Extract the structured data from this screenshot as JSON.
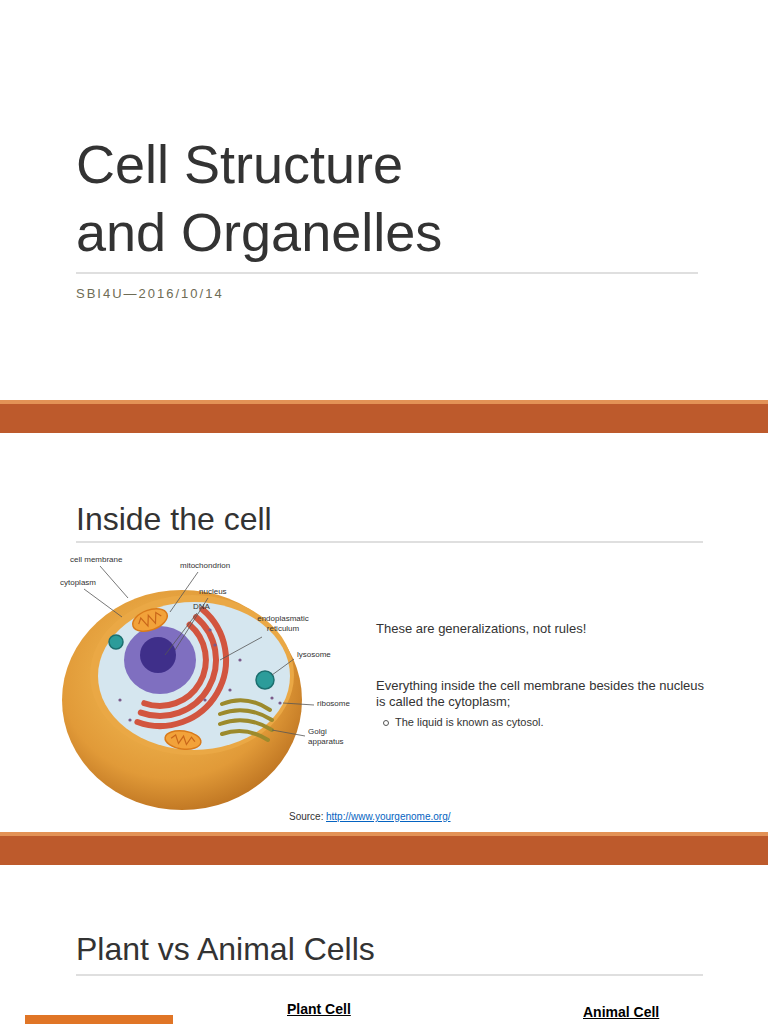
{
  "diagram": {
    "title": "Cell Structure and Organelles",
    "labels": [
      "SBI4U—2016/10/14",
      "Inside the cell",
      "cell membrane",
      "mitochondrion",
      "nucleus",
      "cytoplasm",
      "DNA",
      "endoplasmatic reticulum",
      "lysosome",
      "ribosome",
      "Golgi apparatus",
      "These are generalizations, not rules!",
      "Everything inside the cell membrane besides the nucleus is called the cytoplasm;",
      "The liquid is known as cytosol.",
      "Source:",
      "http://www.yourgenome.org/",
      "Plant vs Animal Cells",
      "Plant Cell",
      "Animal Cell"
    ]
  }
}
